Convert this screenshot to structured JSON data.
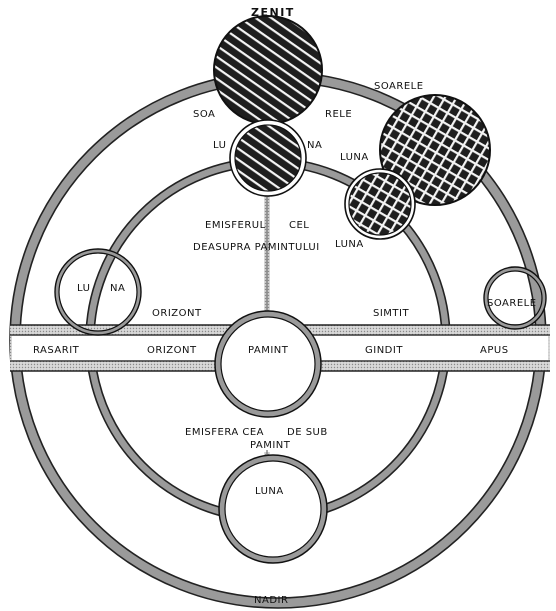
{
  "labels": {
    "zenit": "ZENIT",
    "nadir": "NADIR",
    "soa": "SOA",
    "rele": "RELE",
    "soarele_top": "SOARELE",
    "lu": "LU",
    "na": "NA",
    "luna_upper": "LUNA",
    "luna_lower": "LUNA",
    "emisferul": "EMISFERUL",
    "cel": "CEL",
    "deasupra": "DEASUPRA PAMINTULUI",
    "luna_left_lu": "LU",
    "luna_left_na": "NA",
    "orizont_upper": "ORIZONT",
    "simtit": "SIMTIT",
    "soarele_right": "SOARELE",
    "rasarit": "RASARIT",
    "orizont_lower": "ORIZONT",
    "pamint": "PAMINT",
    "gindit": "GINDIT",
    "apus": "APUS",
    "emisfera_cea": "EMISFERA CEA",
    "de_sub": "DE SUB",
    "pamint_sub": "PAMINT",
    "luna_bottom": "LUNA"
  },
  "colors": {
    "ink": "#111111",
    "shade": "#9a9a9a",
    "band": "#d9d9d9",
    "dark_fill": "#2a2a2a"
  }
}
